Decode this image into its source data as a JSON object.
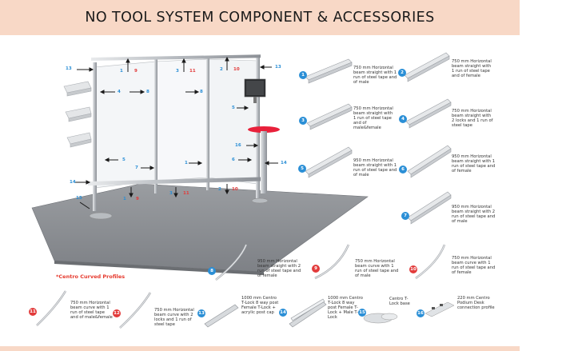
{
  "header": {
    "title": "NO TOOL SYSTEM COMPONENT & ACCESSORIES"
  },
  "diagram": {
    "curved_profiles_label": "*Centro Curved Profiles",
    "callouts": [
      {
        "blue": "13",
        "red": ""
      },
      {
        "blue": "1",
        "red": "9"
      },
      {
        "blue": "3",
        "red": "11"
      },
      {
        "blue": "2",
        "red": "10"
      },
      {
        "blue": "13",
        "red": ""
      },
      {
        "blue": "4",
        "red": ""
      },
      {
        "blue": "8",
        "red": ""
      },
      {
        "blue": "8",
        "red": ""
      },
      {
        "blue": "5",
        "red": ""
      },
      {
        "blue": "16",
        "red": ""
      },
      {
        "blue": "5",
        "red": ""
      },
      {
        "blue": "7",
        "red": ""
      },
      {
        "blue": "1",
        "red": ""
      },
      {
        "blue": "6",
        "red": ""
      },
      {
        "blue": "14",
        "red": ""
      },
      {
        "blue": "14",
        "red": ""
      },
      {
        "blue": "15",
        "red": ""
      },
      {
        "blue": "2",
        "red": "10"
      },
      {
        "blue": "3",
        "red": "11"
      },
      {
        "blue": "1",
        "red": "9"
      }
    ]
  },
  "components": [
    {
      "badge": "1",
      "label": "750 mm Horizontal beam straight with 1 run of steel tape and of male"
    },
    {
      "badge": "2",
      "label": "750 mm Horizontal beam straight with 1 run of steel tape and of female"
    },
    {
      "badge": "3",
      "label": "750 mm Horizontal beam straight with 1 run of steel tape and of male&female"
    },
    {
      "badge": "4",
      "label": "750 mm Horizontal beam straight with 2 locks and 1 run of steel tape"
    },
    {
      "badge": "5",
      "label": "950 mm Horizontal beam straight with 1 run of steel tape and of male"
    },
    {
      "badge": "6",
      "label": "950 mm Horizontal beam straight with 1 run of steel tape and of female"
    },
    {
      "badge": "7",
      "label": "950 mm Horizontal beam straight with 2 run of steel tape and of male"
    },
    {
      "badge": "8",
      "label": "950 mm Horizontal beam straight with 2 run of steel tape and of female"
    },
    {
      "badge": "9",
      "label": "750 mm Horizontal beam curve with 1 run of steel tape and of male"
    },
    {
      "badge": "10",
      "label": "750 mm Horizontal beam curve with 1 run of steel tape and of female"
    },
    {
      "badge": "11",
      "label": "750 mm Horizontal beam curve with 1 run of steel tape and of male&female"
    },
    {
      "badge": "12",
      "label": "750 mm Horizontal beam curve with 2 locks and 1 run of steel tape"
    },
    {
      "badge": "13",
      "label": "1000 mm Centro T-Lock 8 way post Female T-Lock + acrylic post cap"
    },
    {
      "badge": "14",
      "label": "1000 mm Centro T-Lock 8 way post Female T-Lock + Male T-Lock"
    },
    {
      "badge": "15",
      "label": "Centro T-Lock base"
    },
    {
      "badge": "16",
      "label": "220 mm Centro Podium Desk connection profile"
    }
  ],
  "colors": {
    "header_bg": "#f8d8c6",
    "badge_blue": "#2b8fd6",
    "badge_red": "#e23b3b",
    "floor": "#8f9296",
    "desk_top": "#e8203a"
  }
}
